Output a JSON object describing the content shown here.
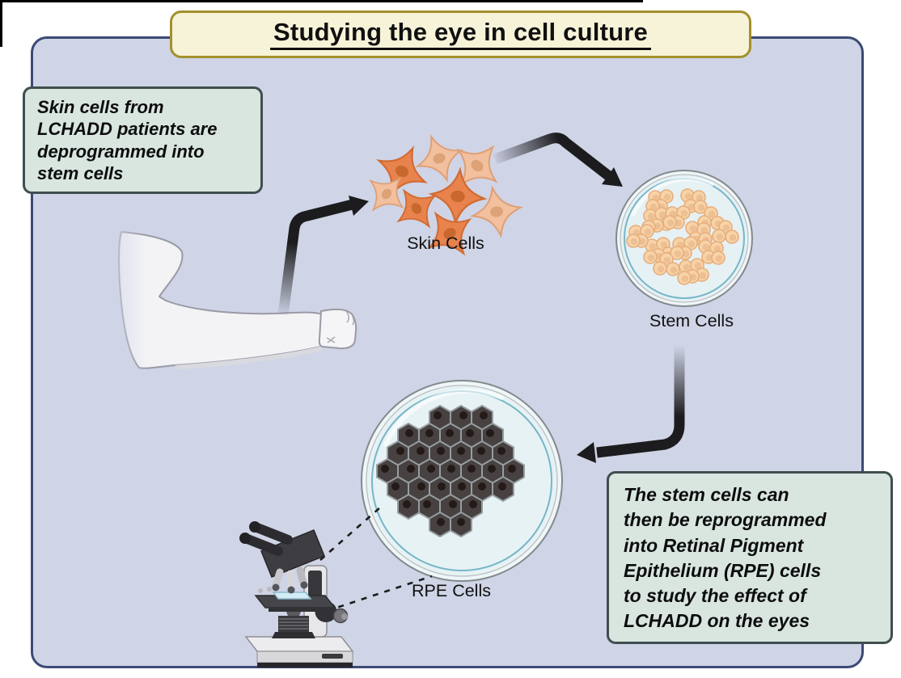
{
  "title": {
    "text": "Studying the eye in cell culture"
  },
  "callouts": {
    "skin": {
      "lines": [
        "Skin cells from",
        "LCHADD patients are",
        "deprogrammed into",
        "stem cells"
      ]
    },
    "rpe": {
      "lines": [
        "The stem cells can",
        "then be reprogrammed",
        "into Retinal Pigment",
        "Epithelium (RPE) cells",
        "to study the effect of",
        "LCHADD on the eyes"
      ]
    }
  },
  "labels": {
    "skin_cells": "Skin Cells",
    "stem_cells": "Stem Cells",
    "rpe_cells": "RPE Cells"
  },
  "illustrations": {
    "arm": "patient-arm",
    "skin_cells": "fibroblast-skin-cells",
    "stem_dish": "petri-dish-with-stem-cell-colonies",
    "rpe_dish": "petri-dish-with-rpe-hexagonal-cells",
    "microscope": "light-microscope",
    "arrows": [
      "arm-to-skin-cells",
      "skin-cells-to-stem-dish",
      "stem-dish-to-rpe-dish"
    ]
  },
  "colors": {
    "canvas_background": "#ffffff",
    "panel_fill": "#cfd4e6",
    "panel_border": "#3c4a74",
    "title_fill": "#f6f3d8",
    "title_border": "#a3902c",
    "callout_fill": "#d9e6e0",
    "callout_border": "#3f4e4e",
    "arrow_black": "#1c1c1e",
    "skin_cell_orange": "#e8834e",
    "skin_cell_light": "#f2c09e",
    "stem_cell_peach": "#f7d3a8",
    "rpe_hexagon_dark": "#474241",
    "dish_fill": "#e7f2f4",
    "dish_ring_teal": "#62abbf"
  }
}
